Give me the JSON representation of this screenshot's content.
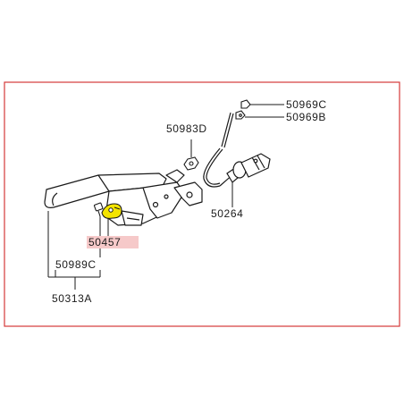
{
  "diagram": {
    "colors": {
      "frame": "#d43a3a",
      "line": "#1a1a1a",
      "highlight_fill": "#f4e400",
      "label_highlight_bg": "#f6c9c9"
    },
    "labels": {
      "p50969C": "50969C",
      "p50969B": "50969B",
      "p50983D": "50983D",
      "p50264": "50264",
      "p50457": "50457",
      "p50989C": "50989C",
      "p50313A": "50313A"
    },
    "highlighted_part": "50457"
  }
}
